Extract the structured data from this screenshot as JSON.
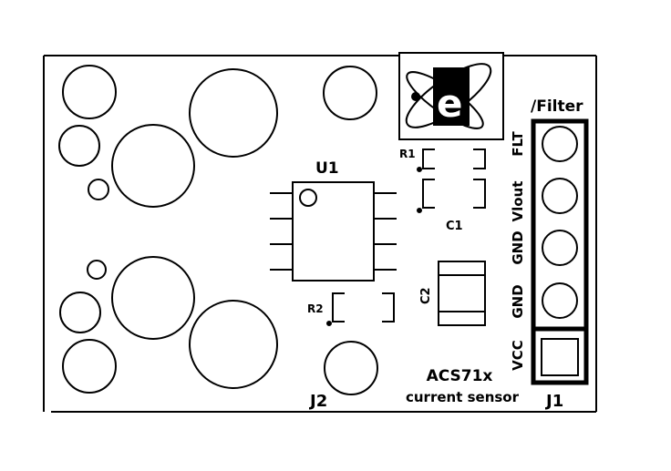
{
  "board": {
    "title_line1": "ACS71x",
    "title_line2": "current sensor"
  },
  "refs": {
    "u1": "U1",
    "r1": "R1",
    "r2": "R2",
    "c1": "C1",
    "c2": "C2",
    "j1": "J1",
    "j2": "J2"
  },
  "header": {
    "filter_label": "/Filter",
    "pins": [
      "FLT",
      "Vlout",
      "GND",
      "GND",
      "VCC"
    ]
  },
  "logo": {
    "letter": "e"
  },
  "colors": {
    "silkscreen": "#000000",
    "background": "#ffffff"
  }
}
